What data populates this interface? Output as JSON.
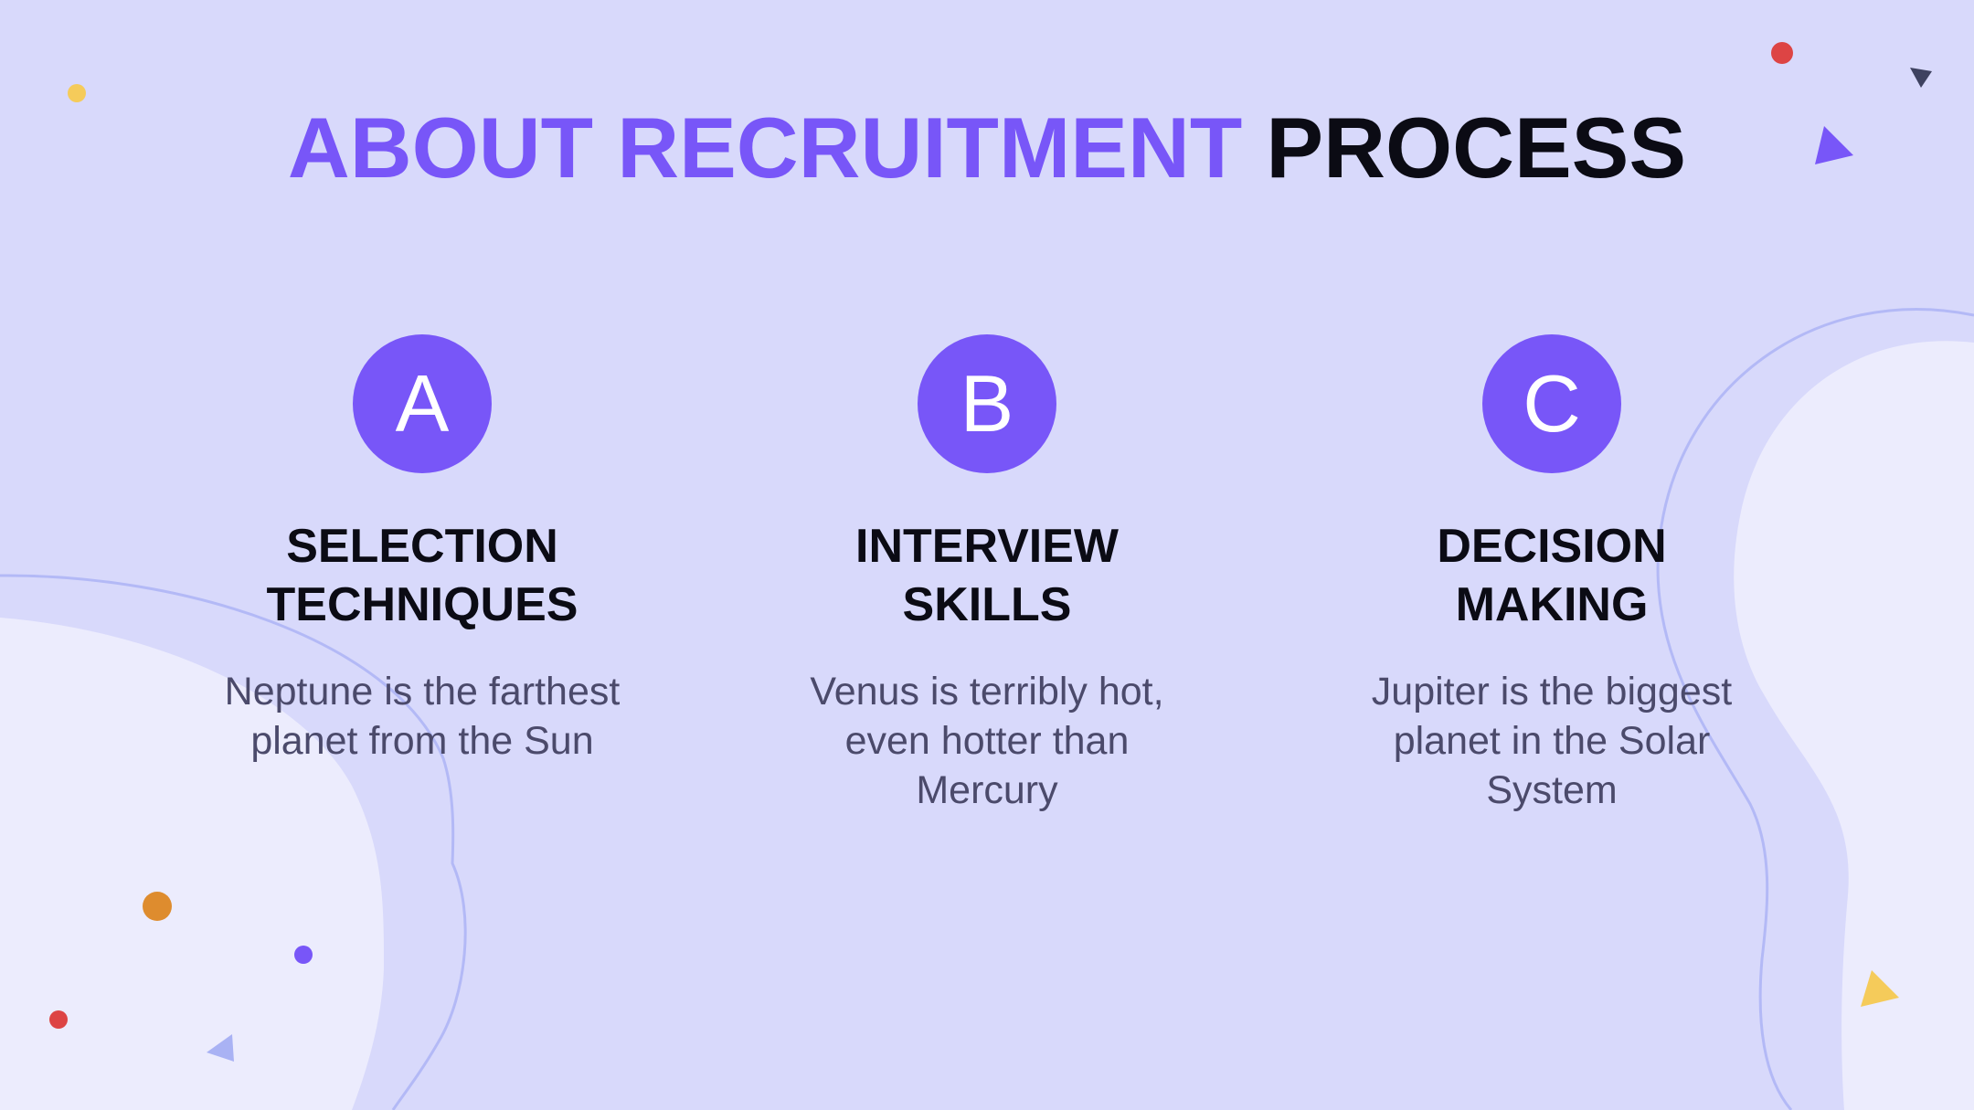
{
  "title": {
    "accent": "ABOUT RECRUITMENT",
    "rest": "PROCESS"
  },
  "columns": [
    {
      "letter": "A",
      "heading_lines": [
        "SELECTION",
        "TECHNIQUES"
      ],
      "desc_lines": [
        "Neptune is the farthest",
        "planet from the Sun"
      ]
    },
    {
      "letter": "B",
      "heading_lines": [
        "INTERVIEW",
        "SKILLS"
      ],
      "desc_lines": [
        "Venus is terribly hot,",
        "even hotter than",
        "Mercury"
      ]
    },
    {
      "letter": "C",
      "heading_lines": [
        "DECISION",
        "MAKING"
      ],
      "desc_lines": [
        "Jupiter is the biggest",
        "planet in the Solar",
        "System"
      ]
    }
  ],
  "colors": {
    "background": "#D8D9FB",
    "accent": "#7856F8",
    "heading": "#0B0B14",
    "body_text": "#4B4A6B",
    "light_blob": "#ECECFD",
    "outline": "#B3B9F6",
    "red": "#DD4444",
    "yellow": "#F5CB5A",
    "orange": "#DE8C2E",
    "navy": "#3E4260"
  }
}
